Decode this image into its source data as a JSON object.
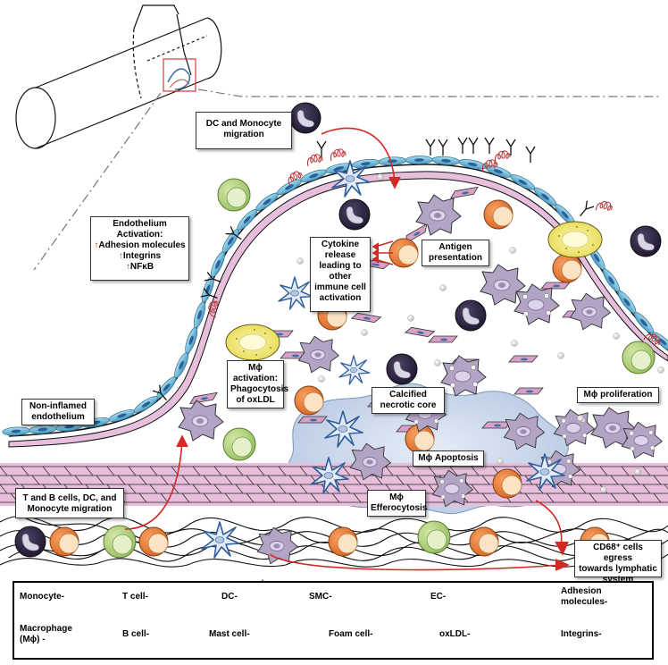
{
  "labels": {
    "dc_monocyte_migration": [
      "DC and Monocyte",
      "migration"
    ],
    "endothelium_activation": {
      "title": [
        "Endothelium",
        "Activation:"
      ],
      "items": [
        "Adhesion molecules",
        "Integrins",
        "NFκB"
      ],
      "arrow": "↑"
    },
    "cytokine_release": [
      "Cytokine",
      "release",
      "leading to",
      "other",
      "immune cell",
      "activation"
    ],
    "antigen_presentation": [
      "Antigen",
      "presentation"
    ],
    "mphi_activation": [
      "Mϕ",
      "activation:",
      "Phagocytosis",
      "of oxLDL"
    ],
    "calcified_core": [
      "Calcified",
      "necrotic core"
    ],
    "mphi_proliferation": "Mϕ proliferation",
    "non_inflamed": [
      "Non-inflamed",
      "endothelium"
    ],
    "mphi_apoptosis": "Mϕ Apoptosis",
    "mphi_efferocytosis": [
      "Mϕ",
      "Efferocytosis"
    ],
    "tb_cells_migration": [
      "T and B cells, DC, and",
      "Monocyte migration"
    ],
    "cd68_egress": [
      "CD68⁺ cells egress",
      "towards lymphatic",
      "system"
    ]
  },
  "legend": {
    "monocyte": "Monocyte-",
    "t_cell": "T cell-",
    "dc": "DC-",
    "smc": "SMC-",
    "ec": "EC-",
    "adhesion": [
      "Adhesion",
      "molecules-"
    ],
    "macrophage": [
      "Macrophage",
      "(Mϕ) -"
    ],
    "b_cell": "B cell-",
    "mast_cell": "Mast cell-",
    "foam_cell": "Foam cell-",
    "oxldl": "oxLDL-",
    "integrins": "Integrins-"
  },
  "colors": {
    "monocyte": "#2a2140",
    "t_cell": "#e8772e",
    "b_cell": "#b9d88a",
    "mast_cell": "#f3ec7a",
    "macrophage": "#b3a3c4",
    "smc": "#d6a0c8",
    "ec": "#6fb8d8",
    "necrotic_core": "#c7d6ea",
    "arrow": "#d32a25",
    "dc": "#3a6ea8"
  }
}
